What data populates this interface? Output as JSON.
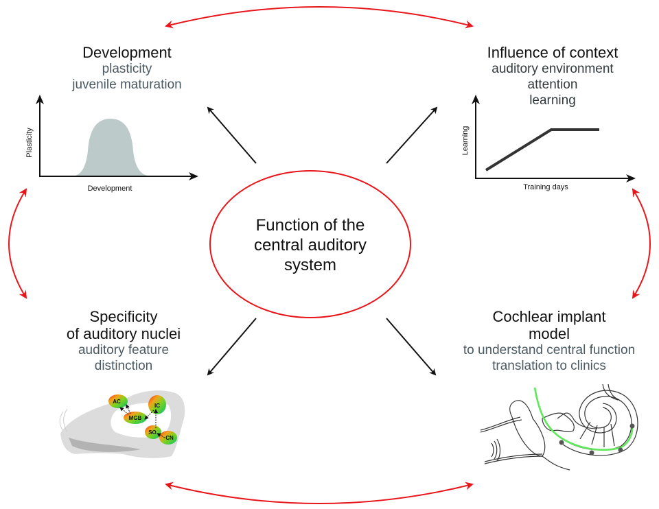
{
  "center": {
    "lines": [
      "Function of the",
      "central auditory",
      "system"
    ]
  },
  "panels": {
    "development": {
      "title": "Development",
      "subtitles": [
        "plasticity",
        "juvenile maturation"
      ],
      "chart": {
        "xlabel": "Development",
        "ylabel": "Plasticity"
      }
    },
    "context": {
      "title": "Influence of context",
      "subtitles": [
        "auditory environment",
        "attention",
        "learning"
      ],
      "chart": {
        "xlabel": "Training days",
        "ylabel": "Learning"
      }
    },
    "specificity": {
      "title_lines": [
        "Specificity",
        "of auditory nuclei"
      ],
      "subtitles": [
        "auditory feature",
        "distinction"
      ],
      "nuclei": [
        "AC",
        "MGB",
        "IC",
        "SO",
        "CN"
      ]
    },
    "cochlear": {
      "title_lines": [
        "Cochlear implant",
        "model"
      ],
      "subtitles": [
        "to understand central function",
        "translation to clinics"
      ]
    }
  },
  "colors": {
    "accent_red": "#e8161b",
    "title_text": "#111111",
    "subtitle_text": "#4b5a62",
    "curve_fill": "#bccaca",
    "implant_green": "#5ee85a"
  }
}
